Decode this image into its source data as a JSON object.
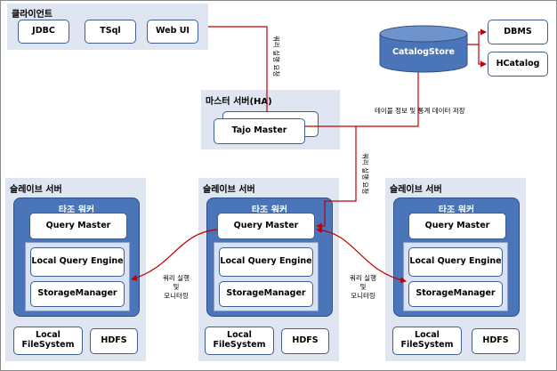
{
  "client": {
    "title": "클라이언트",
    "items": [
      "JDBC",
      "TSql",
      "Web UI"
    ]
  },
  "master": {
    "title": "마스터 서버(HA)",
    "label": "Tajo Master"
  },
  "catalog": {
    "store": "CatalogStore",
    "targets": [
      "DBMS",
      "HCatalog"
    ]
  },
  "slaves": [
    {
      "title": "슬레이브 서버",
      "worker": "타조 워커",
      "query_master": "Query Master",
      "engine": "Local Query Engine",
      "storage": "StorageManager",
      "fs": "Local FileSystem",
      "hdfs": "HDFS"
    },
    {
      "title": "슬레이브 서버",
      "worker": "타조 워커",
      "query_master": "Query Master",
      "engine": "Local Query Engine",
      "storage": "StorageManager",
      "fs": "Local FileSystem",
      "hdfs": "HDFS"
    },
    {
      "title": "슬레이브 서버",
      "worker": "타조 워커",
      "query_master": "Query Master",
      "engine": "Local Query Engine",
      "storage": "StorageManager",
      "fs": "Local FileSystem",
      "hdfs": "HDFS"
    }
  ],
  "labels": {
    "query_request": "쿼리 실행 요청",
    "table_stats": "테이블 정보 및 통계 데이터 저장",
    "query_exec_request": "쿼리 실행 요청",
    "monitor_left_1": "쿼리 실행",
    "monitor_left_2": "및",
    "monitor_left_3": "모니터링",
    "monitor_right_1": "쿼리 실행",
    "monitor_right_2": "및",
    "monitor_right_3": "모니터링"
  },
  "colors": {
    "panel": "#dfe6f1",
    "worker": "#4a75b8",
    "arrow": "#c00000"
  }
}
